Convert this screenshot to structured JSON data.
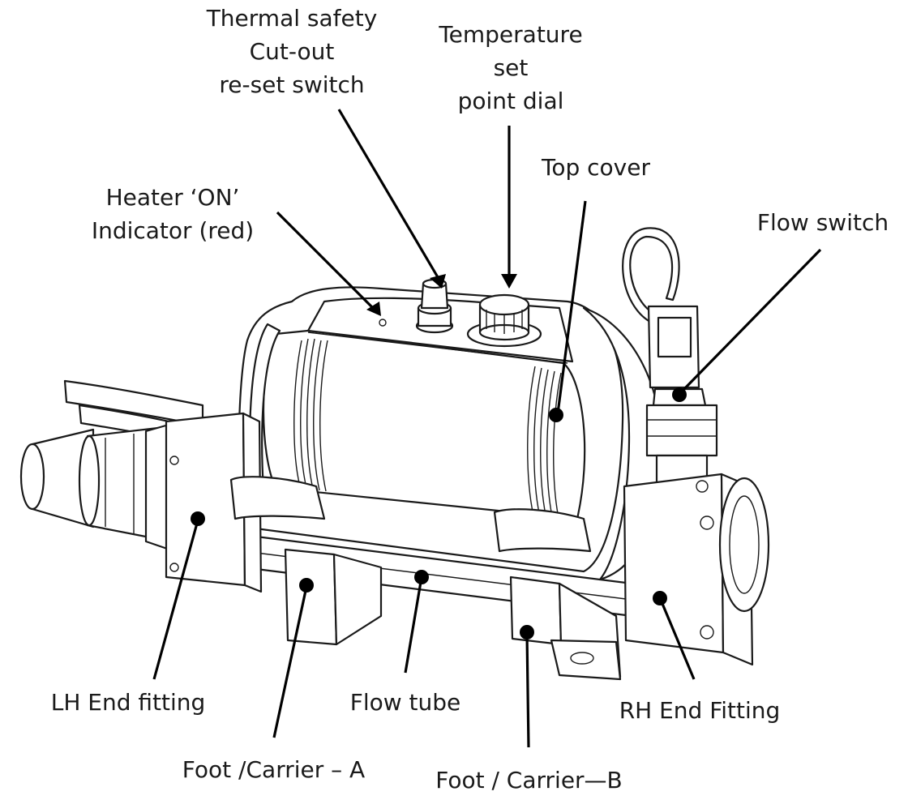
{
  "labels": {
    "thermal_safety": [
      "Thermal safety",
      "Cut-out",
      "re-set switch"
    ],
    "temperature_dial": [
      "Temperature",
      "set",
      "point dial"
    ],
    "top_cover": "Top cover",
    "heater_indicator": [
      "Heater ‘ON’",
      "Indicator (red)"
    ],
    "flow_switch": "Flow switch",
    "lh_end_fitting": "LH End fitting",
    "flow_tube": "Flow tube",
    "rh_end_fitting": "RH End Fitting",
    "foot_carrier_a": "Foot /Carrier – A",
    "foot_carrier_b": "Foot / Carrier—B"
  }
}
